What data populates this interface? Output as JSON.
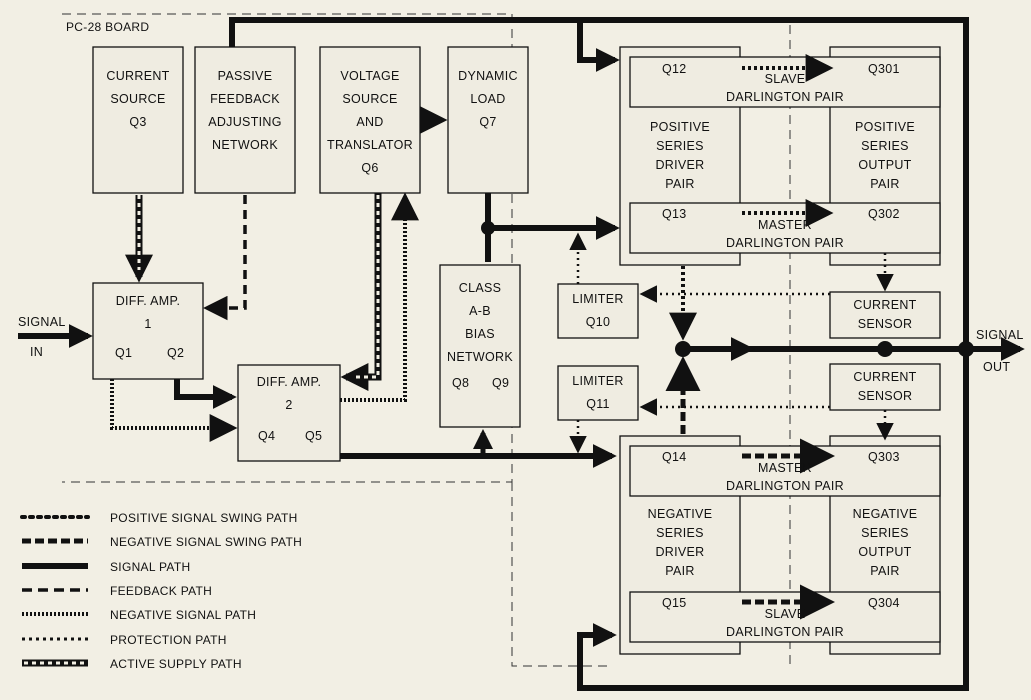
{
  "board_label": "PC-28 BOARD",
  "signal_in": [
    "SIGNAL",
    "IN"
  ],
  "signal_out": [
    "SIGNAL",
    "OUT"
  ],
  "blocks": {
    "current_source": [
      "CURRENT",
      "SOURCE",
      "Q3"
    ],
    "passive_feedback": [
      "PASSIVE",
      "FEEDBACK",
      "ADJUSTING",
      "NETWORK"
    ],
    "voltage_source": [
      "VOLTAGE",
      "SOURCE",
      "AND",
      "TRANSLATOR",
      "Q6"
    ],
    "dynamic_load": [
      "DYNAMIC",
      "LOAD",
      "Q7"
    ],
    "diff_amp_1": [
      "DIFF. AMP.",
      "1",
      "Q1",
      "Q2"
    ],
    "diff_amp_2": [
      "DIFF. AMP.",
      "2",
      "Q4",
      "Q5"
    ],
    "class_ab_bias": [
      "CLASS",
      "A-B",
      "BIAS",
      "NETWORK",
      "Q8",
      "Q9"
    ],
    "limiter_q10": [
      "LIMITER",
      "Q10"
    ],
    "limiter_q11": [
      "LIMITER",
      "Q11"
    ],
    "current_sensor_top": [
      "CURRENT",
      "SENSOR"
    ],
    "current_sensor_bottom": [
      "CURRENT",
      "SENSOR"
    ],
    "pos_driver": [
      "POSITIVE",
      "SERIES",
      "DRIVER",
      "PAIR"
    ],
    "pos_output": [
      "POSITIVE",
      "SERIES",
      "OUTPUT",
      "PAIR"
    ],
    "neg_driver": [
      "NEGATIVE",
      "SERIES",
      "DRIVER",
      "PAIR"
    ],
    "neg_output": [
      "NEGATIVE",
      "SERIES",
      "OUTPUT",
      "PAIR"
    ],
    "pair_q12_q301": [
      "Q12",
      "SLAVE",
      "DARLINGTON PAIR",
      "Q301"
    ],
    "pair_q13_q302": [
      "Q13",
      "MASTER",
      "DARLINGTON PAIR",
      "Q302"
    ],
    "pair_q14_q303": [
      "Q14",
      "MASTER",
      "DARLINGTON PAIR",
      "Q303"
    ],
    "pair_q15_q304": [
      "Q15",
      "SLAVE",
      "DARLINGTON PAIR",
      "Q304"
    ]
  },
  "legend": [
    {
      "label": "POSITIVE SIGNAL SWING PATH",
      "style": "positive-swing"
    },
    {
      "label": "NEGATIVE SIGNAL SWING PATH",
      "style": "negative-swing"
    },
    {
      "label": "SIGNAL PATH",
      "style": "signal"
    },
    {
      "label": "FEEDBACK PATH",
      "style": "feedback"
    },
    {
      "label": "NEGATIVE SIGNAL PATH",
      "style": "negative-signal"
    },
    {
      "label": "PROTECTION PATH",
      "style": "protection"
    },
    {
      "label": "ACTIVE SUPPLY PATH",
      "style": "active-supply"
    }
  ],
  "colors": {
    "paper": "#f2efe4",
    "ink": "#111111"
  }
}
